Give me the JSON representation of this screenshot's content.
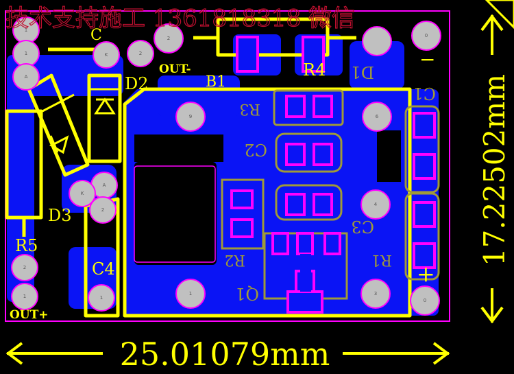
{
  "header_text": "技术支持施工 1361818318 微信",
  "dimensions": {
    "width_label": "25.01079mm",
    "height_label": "17.22502mm"
  },
  "components": {
    "c1_top": "C",
    "d2": "D2",
    "out_minus": "OUT-",
    "b1": "B1",
    "r4": "R4",
    "d1": "D1",
    "c1": "C1",
    "r3": "R3",
    "c2": "C2",
    "c3": "C3",
    "d3": "D3",
    "r5": "R5",
    "c4": "C4",
    "r2": "R2",
    "r1": "R1",
    "q1": "Q1",
    "out_plus": "OUT+",
    "minus_sign": "−",
    "plus_sign": "+"
  },
  "pads": {
    "p_c1a": "1",
    "p_k1": "K",
    "p_2a": "2",
    "p_2b": "2",
    "p_0a": "0",
    "p_1a": "1",
    "p_a1": "A",
    "p_9": "9",
    "p_6": "6",
    "p_a2": "A",
    "p_k2": "K",
    "p_2c": "2",
    "p_4": "4",
    "p_2d": "2",
    "p_1b": "1",
    "p_1c": "1",
    "p_1d": "1",
    "p_3": "3",
    "p_0b": "0"
  },
  "colors": {
    "board_outline": "#ff00ff",
    "copper": "#0a14f5",
    "silkscreen": "#ffff00",
    "silkscreen_dim": "#a09a38",
    "pad": "#c0c0c0",
    "smd_pad": "#ff00ff"
  }
}
